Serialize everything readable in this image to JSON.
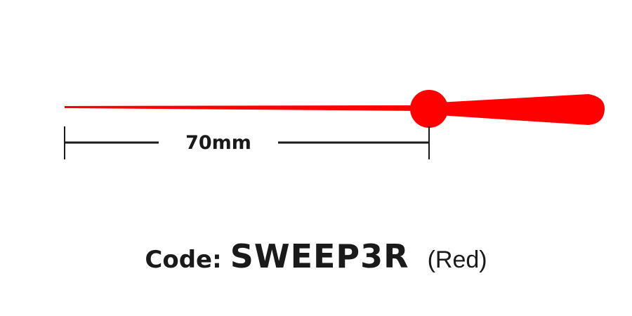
{
  "hand": {
    "color": "#ff0000"
  },
  "dimension": {
    "label": "70mm",
    "line_color": "#1a1a1a"
  },
  "caption": {
    "code_label": "Code:",
    "code_value": "SWEEP3R",
    "color_note": "(Red)"
  }
}
